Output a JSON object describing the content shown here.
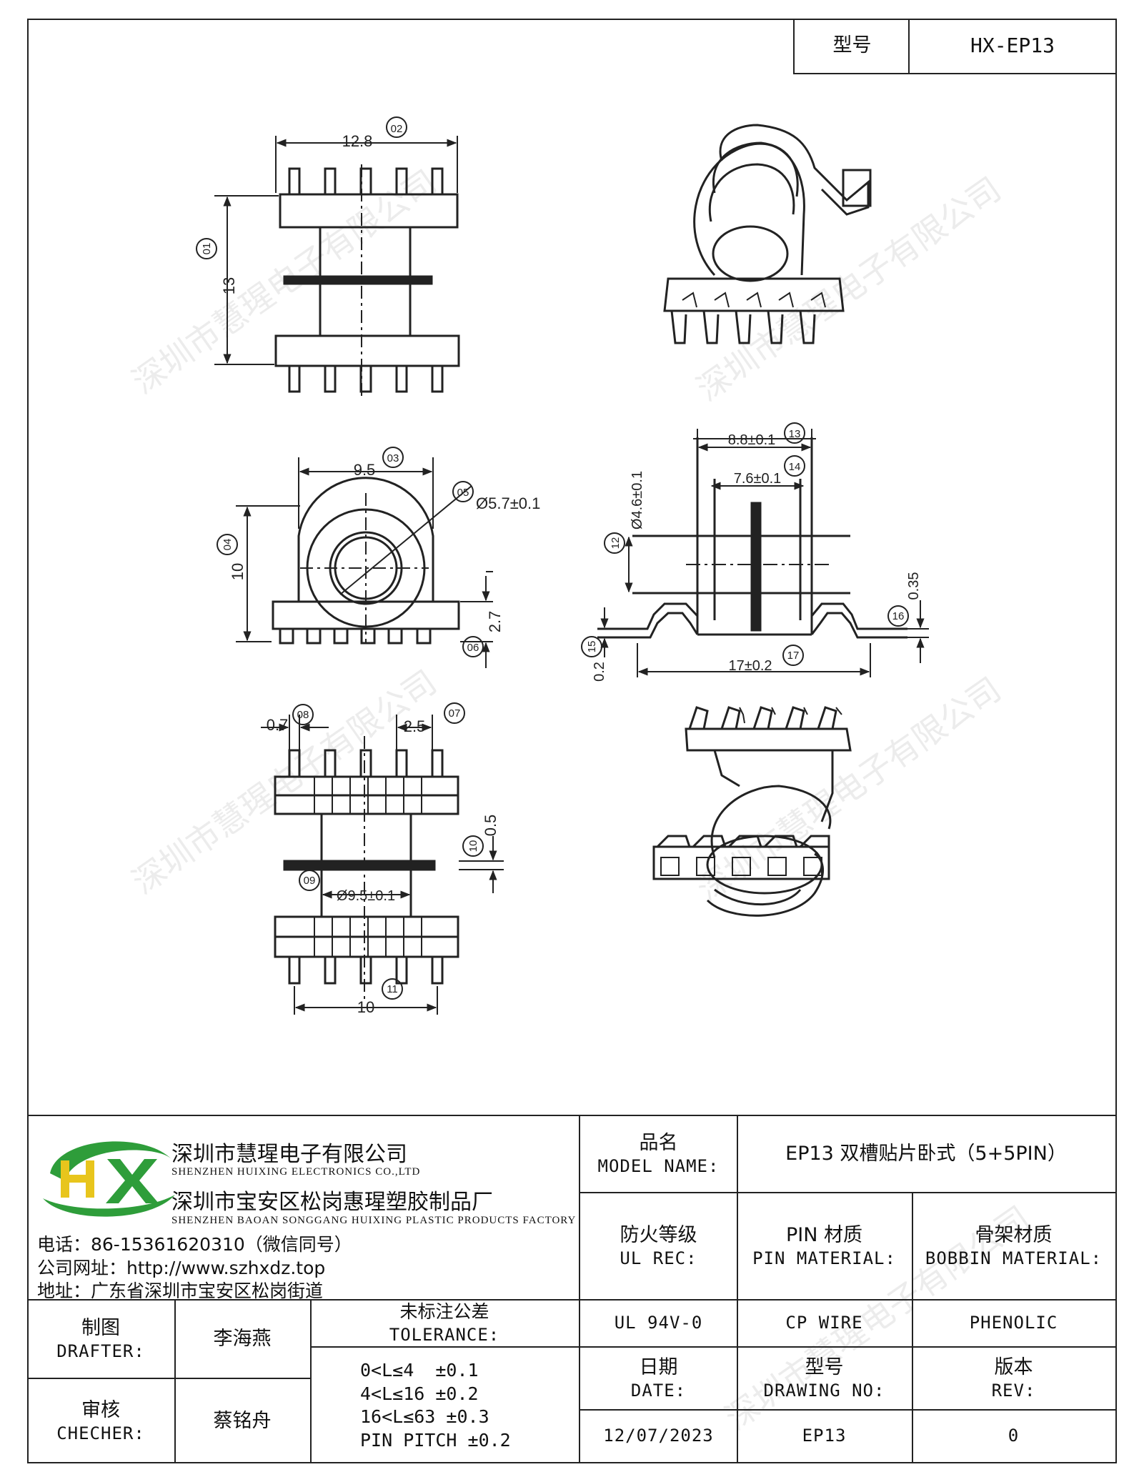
{
  "header": {
    "model_label": "型号",
    "model_value": "HX-EP13"
  },
  "watermark": "深圳市慧瑆电子有限公司",
  "dims": {
    "top_width": "12.8",
    "top_width_id": "02",
    "top_height": "13",
    "top_height_id": "01",
    "side_width": "9.5",
    "side_width_id": "03",
    "side_height": "10",
    "side_height_id": "04",
    "bore": "Ø5.7±0.1",
    "bore_id": "05",
    "flange": "2.7",
    "flange_id": "06",
    "outer_len": "8.8±0.1",
    "outer_len_id": "13",
    "inner_len": "7.6±0.1",
    "inner_len_id": "14",
    "core": "Ø4.6±0.1",
    "core_id": "12",
    "pin_t": "0.35",
    "pin_t_id": "16",
    "pad": "0.2",
    "pad_id": "15",
    "total_len": "17±0.2",
    "total_len_id": "17",
    "pin_w": "0.7",
    "pin_w_id": "08",
    "pitch": "2.5",
    "pitch_id": "07",
    "slot": "0.5",
    "slot_id": "10",
    "inner_d": "Ø9.5±0.1",
    "inner_d_id": "09",
    "bottom_width": "10",
    "bottom_width_id": "11"
  },
  "company": {
    "name_cn": "深圳市慧瑆电子有限公司",
    "name_en": "SHENZHEN HUIXING ELECTRONICS CO.,LTD",
    "factory_cn": "深圳市宝安区松岗惠瑆塑胶制品厂",
    "factory_en": "SHENZHEN BAOAN SONGGANG HUIXING PLASTIC PRODUCTS FACTORY",
    "phone": "电话：86-15361620310（微信同号）",
    "website": "公司网址：http://www.szhxdz.top",
    "address": "地址：广东省深圳市宝安区松岗街道",
    "logo_letters": "HX",
    "colors": {
      "green": "#2e9d3a",
      "yellow": "#e8c51c"
    }
  },
  "title_block": {
    "model_name_cn": "品名",
    "model_name_en": "MODEL NAME:",
    "model_name_value": "EP13 双槽贴片卧式（5+5PIN）",
    "ul_cn": "防火等级",
    "ul_en": "UL REC:",
    "ul_value": "UL 94V-0",
    "pin_mat_cn": "PIN 材质",
    "pin_mat_en": "PIN MATERIAL:",
    "pin_mat_value": "CP WIRE",
    "bobbin_cn": "骨架材质",
    "bobbin_en": "BOBBIN MATERIAL:",
    "bobbin_value": "PHENOLIC",
    "drafter_cn": "制图",
    "drafter_en": "DRAFTER:",
    "drafter_name": "李海燕",
    "checker_cn": "审核",
    "checker_en": "CHECHER:",
    "checker_name": "蔡铭舟",
    "tol_cn": "未标注公差",
    "tol_en": "TOLERANCE:",
    "tol_lines": [
      "0<L≤4  ±0.1",
      "4<L≤16 ±0.2",
      "16<L≤63 ±0.3",
      "PIN PITCH ±0.2"
    ],
    "date_cn": "日期",
    "date_en": "DATE:",
    "date_value": "12/07/2023",
    "drawing_cn": "型号",
    "drawing_en": "DRAWING NO:",
    "drawing_value": "EP13",
    "rev_cn": "版本",
    "rev_en": "REV:",
    "rev_value": "0"
  }
}
